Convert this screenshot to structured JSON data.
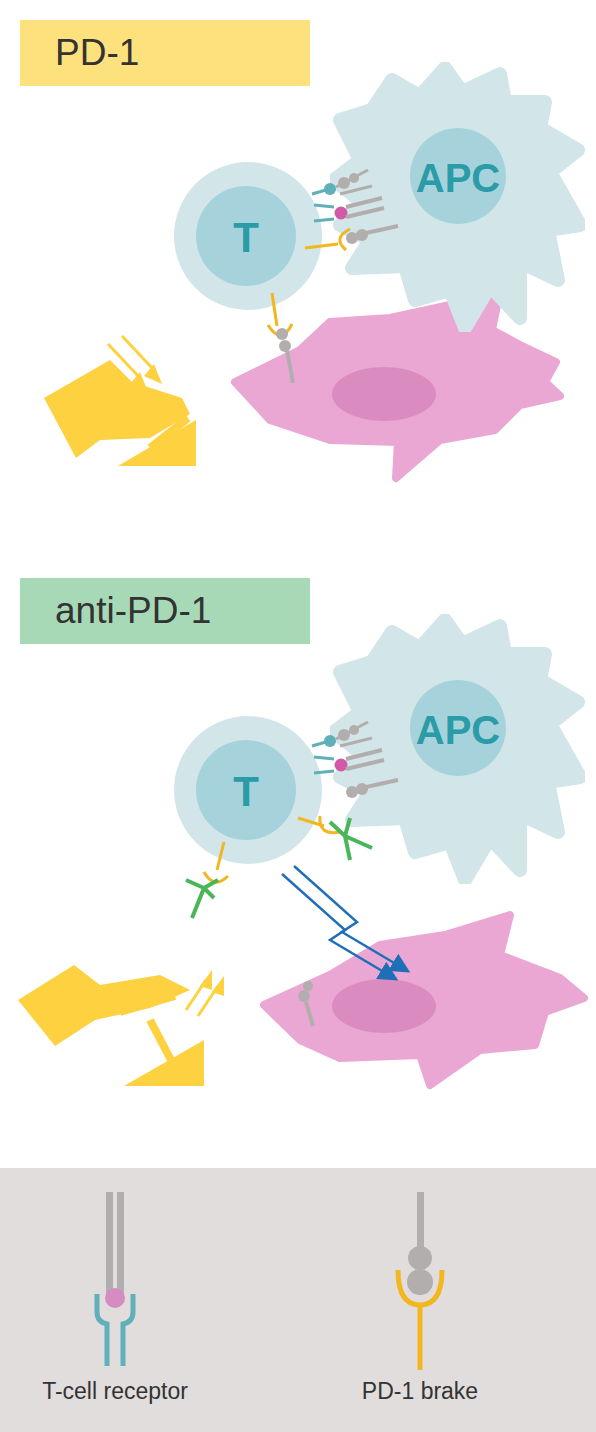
{
  "diagram": {
    "nodes": [
      {
        "text": [
          "PD-1"
        ]
      },
      {
        "text": [
          "T"
        ]
      },
      {
        "text": [
          "APC"
        ]
      },
      {
        "text": [
          "anti-PD-1"
        ]
      },
      {
        "text": [
          "T"
        ]
      },
      {
        "text": [
          "APC"
        ]
      }
    ],
    "legend": [
      {
        "text": "T-cell receptor"
      },
      {
        "text": "PD-1 brake"
      }
    ]
  }
}
